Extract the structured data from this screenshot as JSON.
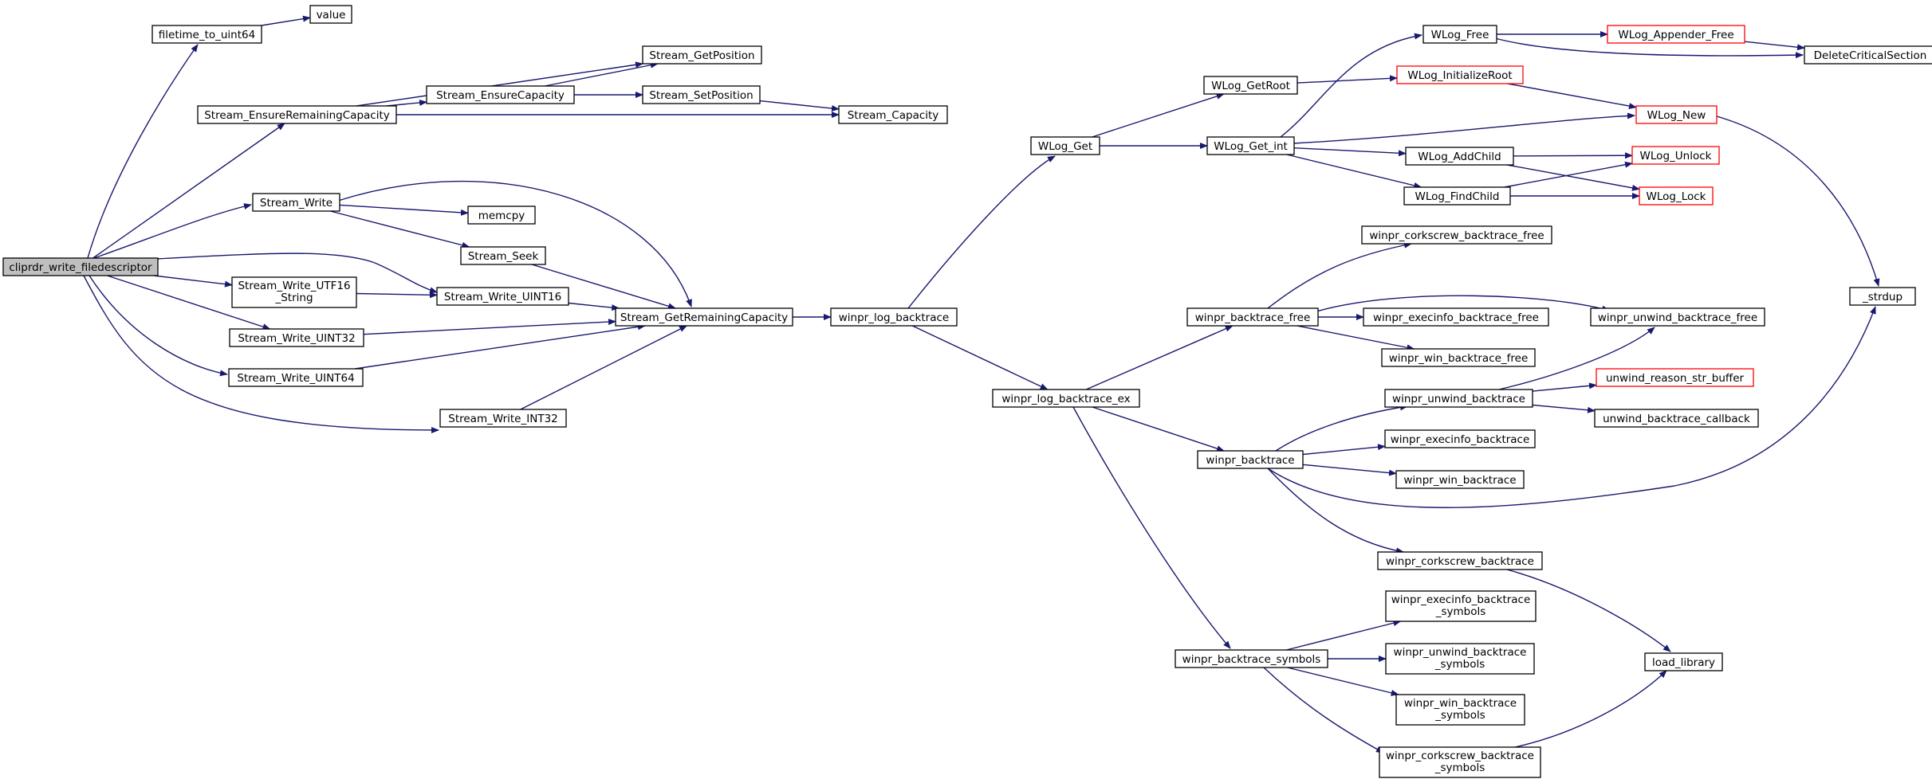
{
  "colors": {
    "edge": "#191970",
    "node_border": "#000000",
    "truncated_border": "#ff0000",
    "root_fill": "#bfbfbf",
    "node_fill": "#ffffff"
  },
  "nodes": [
    {
      "id": "cliprdr_write_filedescriptor",
      "lines": [
        "cliprdr_write_filedescriptor"
      ],
      "root": true
    },
    {
      "id": "filetime_to_uint64",
      "lines": [
        "filetime_to_uint64"
      ]
    },
    {
      "id": "value",
      "lines": [
        "value"
      ]
    },
    {
      "id": "Stream_EnsureRemainingCapacity",
      "lines": [
        "Stream_EnsureRemainingCapacity"
      ]
    },
    {
      "id": "Stream_GetPosition",
      "lines": [
        "Stream_GetPosition"
      ]
    },
    {
      "id": "Stream_EnsureCapacity",
      "lines": [
        "Stream_EnsureCapacity"
      ]
    },
    {
      "id": "Stream_SetPosition",
      "lines": [
        "Stream_SetPosition"
      ]
    },
    {
      "id": "Stream_Capacity",
      "lines": [
        "Stream_Capacity"
      ]
    },
    {
      "id": "Stream_Write",
      "lines": [
        "Stream_Write"
      ]
    },
    {
      "id": "memcpy",
      "lines": [
        "memcpy"
      ]
    },
    {
      "id": "Stream_Seek",
      "lines": [
        "Stream_Seek"
      ]
    },
    {
      "id": "Stream_Write_UTF16_String",
      "lines": [
        "Stream_Write_UTF16",
        "_String"
      ]
    },
    {
      "id": "Stream_Write_UINT16",
      "lines": [
        "Stream_Write_UINT16"
      ]
    },
    {
      "id": "Stream_Write_UINT32",
      "lines": [
        "Stream_Write_UINT32"
      ]
    },
    {
      "id": "Stream_Write_UINT64",
      "lines": [
        "Stream_Write_UINT64"
      ]
    },
    {
      "id": "Stream_Write_INT32",
      "lines": [
        "Stream_Write_INT32"
      ]
    },
    {
      "id": "Stream_GetRemainingCapacity",
      "lines": [
        "Stream_GetRemainingCapacity"
      ]
    },
    {
      "id": "winpr_log_backtrace",
      "lines": [
        "winpr_log_backtrace"
      ]
    },
    {
      "id": "WLog_Get",
      "lines": [
        "WLog_Get"
      ]
    },
    {
      "id": "WLog_GetRoot",
      "lines": [
        "WLog_GetRoot"
      ]
    },
    {
      "id": "WLog_Get_int",
      "lines": [
        "WLog_Get_int"
      ]
    },
    {
      "id": "WLog_Free",
      "lines": [
        "WLog_Free"
      ]
    },
    {
      "id": "WLog_Appender_Free",
      "lines": [
        "WLog_Appender_Free"
      ],
      "truncated": true
    },
    {
      "id": "DeleteCriticalSection",
      "lines": [
        "DeleteCriticalSection"
      ]
    },
    {
      "id": "WLog_InitializeRoot",
      "lines": [
        "WLog_InitializeRoot"
      ],
      "truncated": true
    },
    {
      "id": "WLog_New",
      "lines": [
        "WLog_New"
      ],
      "truncated": true
    },
    {
      "id": "WLog_AddChild",
      "lines": [
        "WLog_AddChild"
      ]
    },
    {
      "id": "WLog_Unlock",
      "lines": [
        "WLog_Unlock"
      ],
      "truncated": true
    },
    {
      "id": "WLog_FindChild",
      "lines": [
        "WLog_FindChild"
      ]
    },
    {
      "id": "WLog_Lock",
      "lines": [
        "WLog_Lock"
      ],
      "truncated": true
    },
    {
      "id": "_strdup",
      "lines": [
        "_strdup"
      ]
    },
    {
      "id": "winpr_log_backtrace_ex",
      "lines": [
        "winpr_log_backtrace_ex"
      ]
    },
    {
      "id": "winpr_backtrace_free",
      "lines": [
        "winpr_backtrace_free"
      ]
    },
    {
      "id": "winpr_corkscrew_backtrace_free",
      "lines": [
        "winpr_corkscrew_backtrace_free"
      ]
    },
    {
      "id": "winpr_execinfo_backtrace_free",
      "lines": [
        "winpr_execinfo_backtrace_free"
      ]
    },
    {
      "id": "winpr_unwind_backtrace_free",
      "lines": [
        "winpr_unwind_backtrace_free"
      ]
    },
    {
      "id": "winpr_win_backtrace_free",
      "lines": [
        "winpr_win_backtrace_free"
      ]
    },
    {
      "id": "winpr_unwind_backtrace",
      "lines": [
        "winpr_unwind_backtrace"
      ]
    },
    {
      "id": "unwind_reason_str_buffer",
      "lines": [
        "unwind_reason_str_buffer"
      ],
      "truncated": true
    },
    {
      "id": "unwind_backtrace_callback",
      "lines": [
        "unwind_backtrace_callback"
      ]
    },
    {
      "id": "winpr_backtrace",
      "lines": [
        "winpr_backtrace"
      ]
    },
    {
      "id": "winpr_execinfo_backtrace",
      "lines": [
        "winpr_execinfo_backtrace"
      ]
    },
    {
      "id": "winpr_win_backtrace",
      "lines": [
        "winpr_win_backtrace"
      ]
    },
    {
      "id": "winpr_corkscrew_backtrace",
      "lines": [
        "winpr_corkscrew_backtrace"
      ]
    },
    {
      "id": "load_library",
      "lines": [
        "load_library"
      ]
    },
    {
      "id": "winpr_backtrace_symbols",
      "lines": [
        "winpr_backtrace_symbols"
      ]
    },
    {
      "id": "winpr_execinfo_backtrace_symbols",
      "lines": [
        "winpr_execinfo_backtrace",
        "_symbols"
      ]
    },
    {
      "id": "winpr_unwind_backtrace_symbols",
      "lines": [
        "winpr_unwind_backtrace",
        "_symbols"
      ]
    },
    {
      "id": "winpr_win_backtrace_symbols",
      "lines": [
        "winpr_win_backtrace",
        "_symbols"
      ]
    },
    {
      "id": "winpr_corkscrew_backtrace_symbols",
      "lines": [
        "winpr_corkscrew_backtrace",
        "_symbols"
      ]
    }
  ],
  "edges": [
    [
      "cliprdr_write_filedescriptor",
      "filetime_to_uint64"
    ],
    [
      "cliprdr_write_filedescriptor",
      "Stream_EnsureRemainingCapacity"
    ],
    [
      "cliprdr_write_filedescriptor",
      "Stream_Write"
    ],
    [
      "cliprdr_write_filedescriptor",
      "Stream_Write_UINT16"
    ],
    [
      "cliprdr_write_filedescriptor",
      "Stream_Write_UTF16_String"
    ],
    [
      "cliprdr_write_filedescriptor",
      "Stream_Write_UINT32"
    ],
    [
      "cliprdr_write_filedescriptor",
      "Stream_Write_UINT64"
    ],
    [
      "cliprdr_write_filedescriptor",
      "Stream_Write_INT32"
    ],
    [
      "filetime_to_uint64",
      "value"
    ],
    [
      "Stream_EnsureRemainingCapacity",
      "Stream_GetPosition"
    ],
    [
      "Stream_EnsureRemainingCapacity",
      "Stream_EnsureCapacity"
    ],
    [
      "Stream_EnsureRemainingCapacity",
      "Stream_Capacity"
    ],
    [
      "Stream_EnsureCapacity",
      "Stream_GetPosition"
    ],
    [
      "Stream_EnsureCapacity",
      "Stream_SetPosition"
    ],
    [
      "Stream_SetPosition",
      "Stream_Capacity"
    ],
    [
      "Stream_Write",
      "memcpy"
    ],
    [
      "Stream_Write",
      "Stream_Seek"
    ],
    [
      "Stream_Write",
      "Stream_GetRemainingCapacity"
    ],
    [
      "Stream_Seek",
      "Stream_GetRemainingCapacity"
    ],
    [
      "Stream_Write_UTF16_String",
      "Stream_Write_UINT16"
    ],
    [
      "Stream_Write_UINT16",
      "Stream_GetRemainingCapacity"
    ],
    [
      "Stream_Write_UINT32",
      "Stream_GetRemainingCapacity"
    ],
    [
      "Stream_Write_UINT64",
      "Stream_GetRemainingCapacity"
    ],
    [
      "Stream_Write_INT32",
      "Stream_GetRemainingCapacity"
    ],
    [
      "Stream_GetRemainingCapacity",
      "winpr_log_backtrace"
    ],
    [
      "winpr_log_backtrace",
      "WLog_Get"
    ],
    [
      "winpr_log_backtrace",
      "winpr_log_backtrace_ex"
    ],
    [
      "WLog_Get",
      "WLog_GetRoot"
    ],
    [
      "WLog_Get",
      "WLog_Get_int"
    ],
    [
      "WLog_GetRoot",
      "WLog_InitializeRoot"
    ],
    [
      "WLog_InitializeRoot",
      "WLog_New"
    ],
    [
      "WLog_Get_int",
      "WLog_Free"
    ],
    [
      "WLog_Get_int",
      "WLog_New"
    ],
    [
      "WLog_Get_int",
      "WLog_AddChild"
    ],
    [
      "WLog_Get_int",
      "WLog_FindChild"
    ],
    [
      "WLog_Free",
      "WLog_Appender_Free"
    ],
    [
      "WLog_Free",
      "DeleteCriticalSection"
    ],
    [
      "WLog_Appender_Free",
      "DeleteCriticalSection"
    ],
    [
      "WLog_AddChild",
      "WLog_Unlock"
    ],
    [
      "WLog_AddChild",
      "WLog_Lock"
    ],
    [
      "WLog_FindChild",
      "WLog_Unlock"
    ],
    [
      "WLog_FindChild",
      "WLog_Lock"
    ],
    [
      "WLog_New",
      "_strdup"
    ],
    [
      "winpr_log_backtrace_ex",
      "winpr_backtrace_free"
    ],
    [
      "winpr_log_backtrace_ex",
      "winpr_backtrace"
    ],
    [
      "winpr_log_backtrace_ex",
      "winpr_backtrace_symbols"
    ],
    [
      "winpr_backtrace_free",
      "winpr_corkscrew_backtrace_free"
    ],
    [
      "winpr_backtrace_free",
      "winpr_execinfo_backtrace_free"
    ],
    [
      "winpr_backtrace_free",
      "winpr_unwind_backtrace_free"
    ],
    [
      "winpr_backtrace_free",
      "winpr_win_backtrace_free"
    ],
    [
      "winpr_unwind_backtrace",
      "winpr_unwind_backtrace_free"
    ],
    [
      "winpr_unwind_backtrace",
      "unwind_reason_str_buffer"
    ],
    [
      "winpr_unwind_backtrace",
      "unwind_backtrace_callback"
    ],
    [
      "winpr_backtrace",
      "winpr_unwind_backtrace"
    ],
    [
      "winpr_backtrace",
      "winpr_execinfo_backtrace"
    ],
    [
      "winpr_backtrace",
      "winpr_win_backtrace"
    ],
    [
      "winpr_backtrace",
      "winpr_corkscrew_backtrace"
    ],
    [
      "winpr_backtrace",
      "_strdup"
    ],
    [
      "winpr_corkscrew_backtrace",
      "load_library"
    ],
    [
      "winpr_backtrace_symbols",
      "winpr_execinfo_backtrace_symbols"
    ],
    [
      "winpr_backtrace_symbols",
      "winpr_unwind_backtrace_symbols"
    ],
    [
      "winpr_backtrace_symbols",
      "winpr_win_backtrace_symbols"
    ],
    [
      "winpr_backtrace_symbols",
      "winpr_corkscrew_backtrace_symbols"
    ],
    [
      "winpr_corkscrew_backtrace_symbols",
      "load_library"
    ]
  ]
}
